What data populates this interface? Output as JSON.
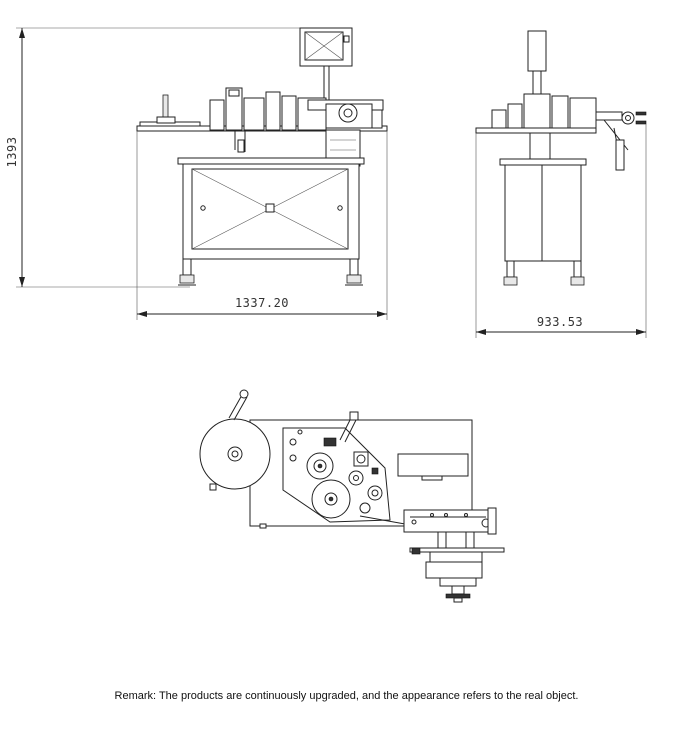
{
  "dimensions": {
    "height_label": "1393",
    "front_width_label": "1337.20",
    "side_width_label": "933.53"
  },
  "remark": "Remark: The products are continuously upgraded, and the appearance refers to the real object."
}
